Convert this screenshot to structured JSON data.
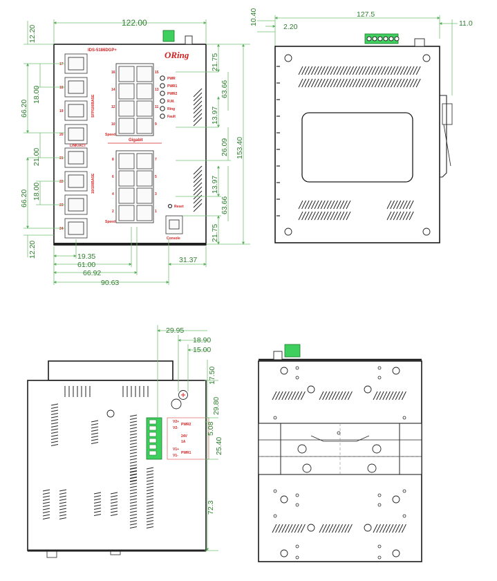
{
  "front_view": {
    "model": "IDS-5186DGP+",
    "brand": "ORing",
    "port_labels": [
      "17",
      "18",
      "19",
      "20",
      "21",
      "22",
      "23",
      "24"
    ],
    "led_labels": [
      "PWR",
      "PWR1",
      "PWR2",
      "R.M.",
      "Ring",
      "Fault"
    ],
    "link_act": "LINK/ACT",
    "gigabit": "Gigabit",
    "speed": "Speed",
    "reset": "Reset",
    "console": "Console",
    "side_text_top": "SFP/100BASE",
    "side_text_bottom": "10/100BASE",
    "upper_block_ports": [
      "16",
      "14",
      "12",
      "10",
      "15",
      "13",
      "11",
      "9"
    ],
    "lower_block_ports": [
      "8",
      "6",
      "4",
      "2",
      "7",
      "5",
      "3",
      "1"
    ],
    "dims": {
      "width_top": "122.00",
      "left_12_20_top": "12.20",
      "left_66_20_top": "66.20",
      "left_18_00_top": "18.00",
      "left_21_00": "21.00",
      "left_66_20_bottom": "66.20",
      "left_18_00_bottom": "18.00",
      "left_12_20_bottom": "12.20",
      "right_21_75_top": "21.75",
      "right_63_66_top": "63.66",
      "right_13_97_top": "13.97",
      "right_26_09": "26.09",
      "right_153_40": "153.40",
      "right_13_97_bottom": "13.97",
      "right_63_66_bottom": "63.66",
      "right_21_75_bottom": "21.75",
      "bottom_19_35": "19.35",
      "bottom_61_00": "61.00",
      "bottom_66_92": "66.92",
      "bottom_90_63": "90.63",
      "bottom_31_37": "31.37"
    }
  },
  "side_view": {
    "dims": {
      "top_127_5": "127.5",
      "top_10_40": "10.40",
      "top_2_20": "2.20",
      "top_11_0": "11.0"
    }
  },
  "top_view": {
    "terminal_labels": [
      "V2+",
      "V2-",
      "PWR2",
      "24V",
      "1A",
      "V1+",
      "V1-",
      "PWR1"
    ],
    "dims": {
      "d_29_95": "29.95",
      "d_18_90": "18.90",
      "d_15_00": "15.00",
      "d_17_50": "17.50",
      "d_29_80": "29.80",
      "d_5_08": "5.08",
      "d_25_40": "25.40",
      "d_72_3": "72.3"
    }
  },
  "rear_view": {},
  "colors": {
    "dimension": "#2e7d2e",
    "dimension_line": "#6fbf6f",
    "label_red": "#d32020",
    "terminal_green": "#3fcf5f"
  }
}
